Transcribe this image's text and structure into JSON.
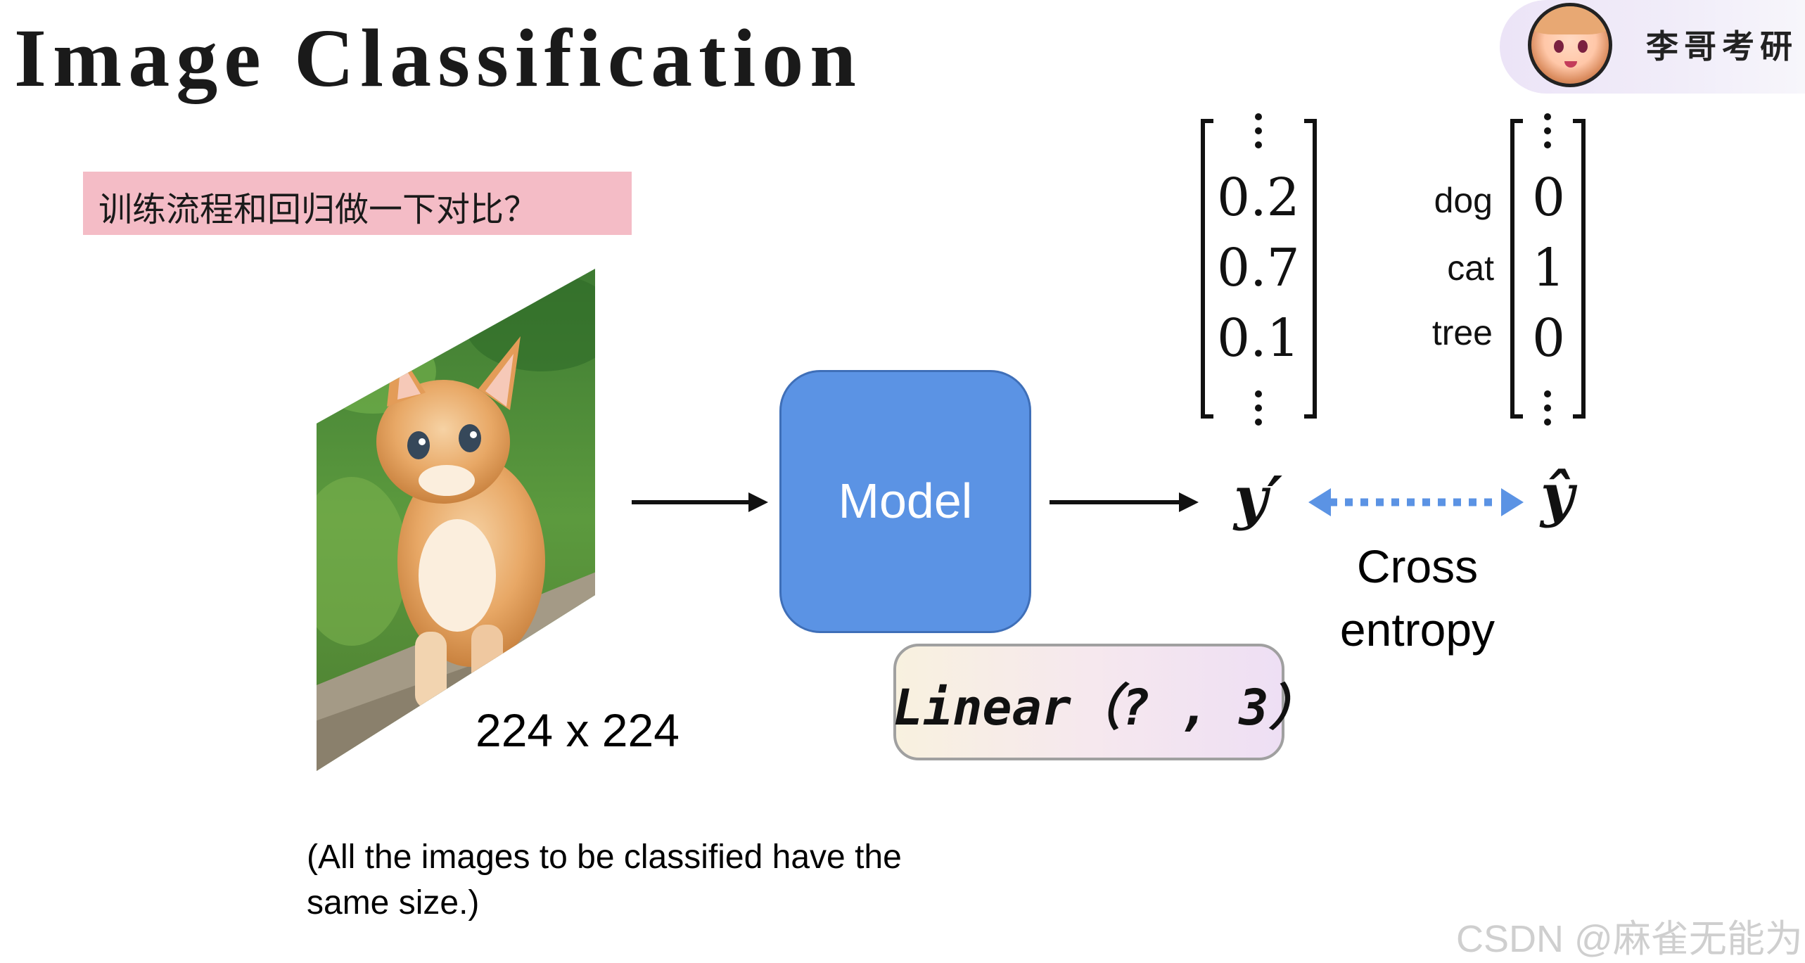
{
  "slide": {
    "title": "Image Classification",
    "question": "训练流程和回归做一下对比？",
    "image_size_label": "224 x 224",
    "note_line1": "(All the images to be classified have the",
    "note_line2": "same size.)"
  },
  "brand": {
    "name": "李哥考研"
  },
  "diagram": {
    "model_label": "Model",
    "linear_label": "Linear（? , 3）",
    "prediction": {
      "symbol": "y′",
      "values": [
        "0.2",
        "0.7",
        "0.1"
      ]
    },
    "target": {
      "symbol": "ŷ",
      "row_labels": [
        "dog",
        "cat",
        "tree"
      ],
      "values": [
        "0",
        "1",
        "0"
      ]
    },
    "loss_label_line1": "Cross",
    "loss_label_line2": "entropy",
    "colors": {
      "model_fill": "#5b93e4",
      "dotted_arrow": "#5b93e4",
      "question_bg": "#f4bcc6"
    }
  },
  "watermark": "CSDN @麻雀无能为力"
}
